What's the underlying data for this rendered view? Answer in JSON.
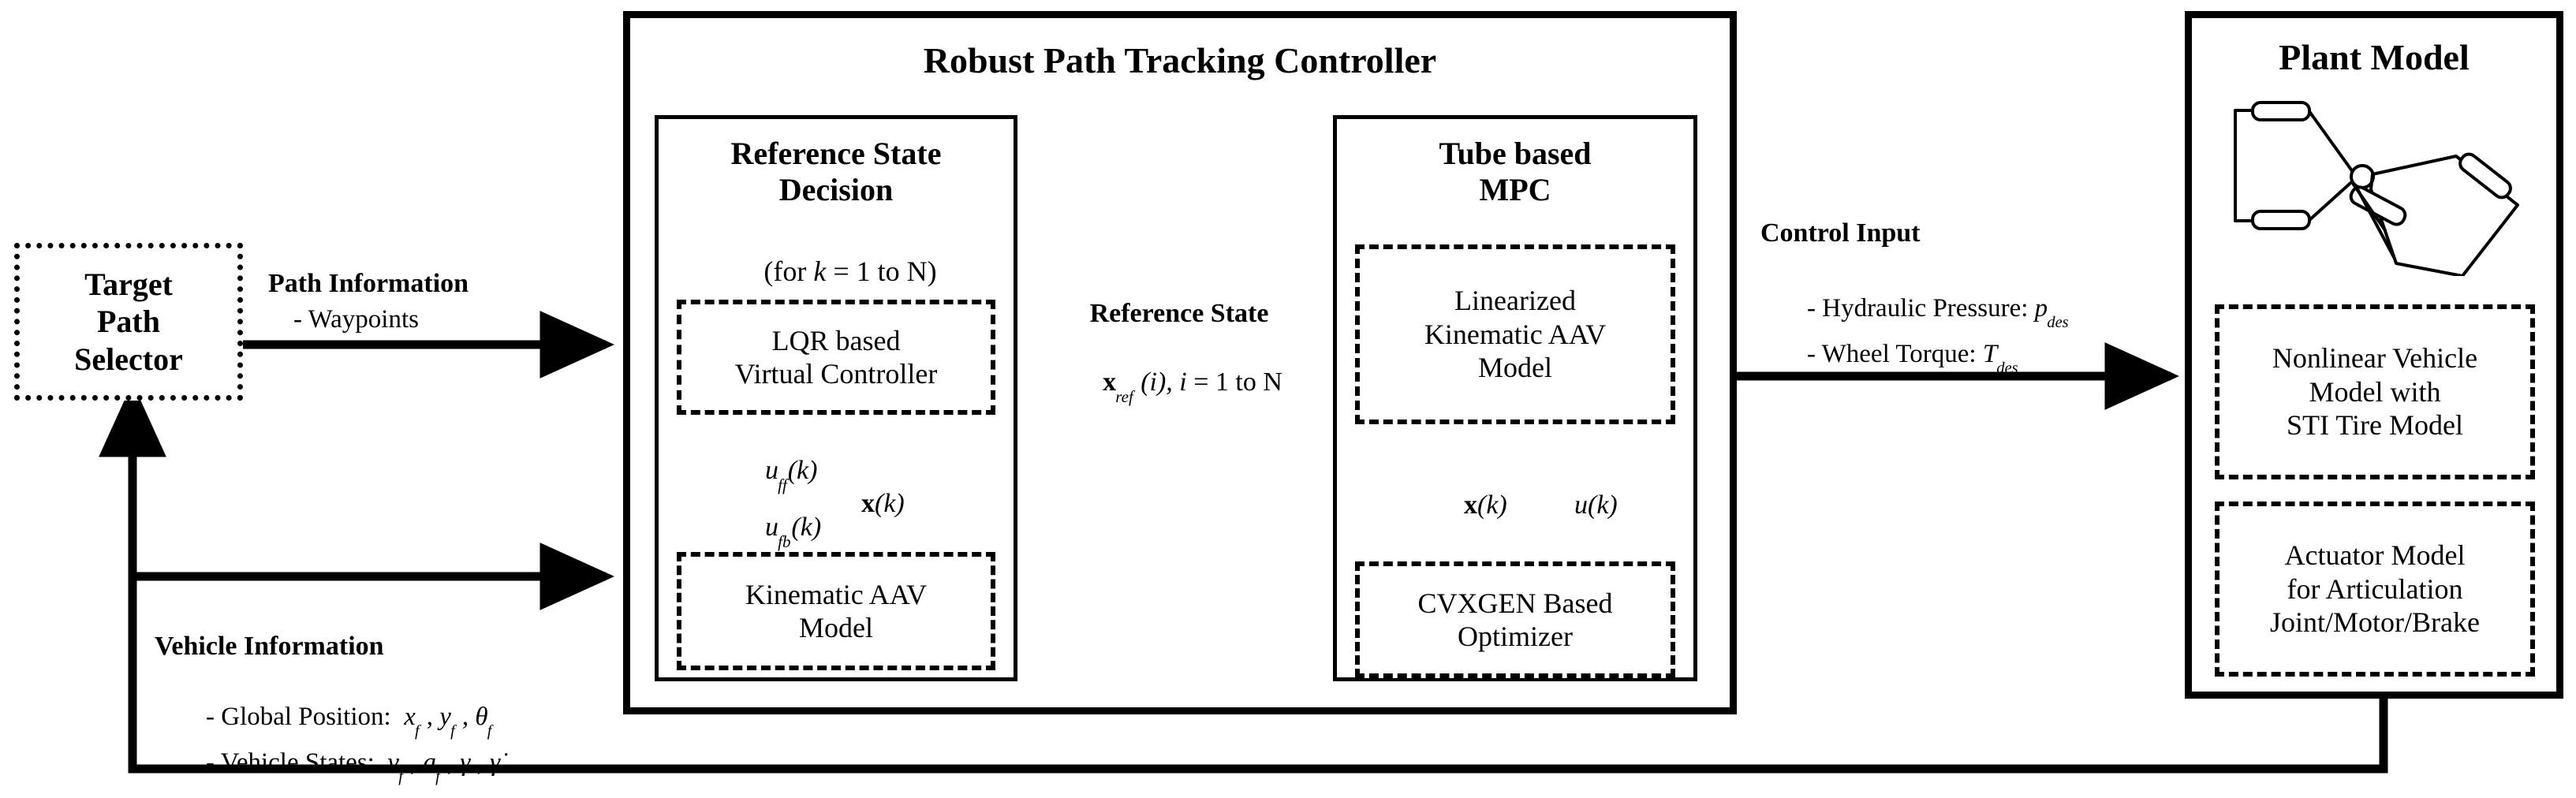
{
  "diagram": {
    "title": "Robust Path Tracking Controller block diagram",
    "type": "control-system-block-diagram"
  },
  "target_path_selector": {
    "line1": "Target",
    "line2": "Path",
    "line3": "Selector"
  },
  "path_information": {
    "heading": "Path Information",
    "item1": "- Waypoints"
  },
  "controller": {
    "title": "Robust Path Tracking Controller",
    "reference_state_decision": {
      "title_line1": "Reference State",
      "title_line2": "Decision",
      "loop_note_pre": "(for ",
      "loop_note_var": "k",
      "loop_note_post": " = 1 to N)",
      "lqr_block_line1": "LQR based",
      "lqr_block_line2": "Virtual Controller",
      "kinematic_block_line1": "Kinematic AAV",
      "kinematic_block_line2": "Model",
      "signal_uff_base": "u",
      "signal_uff_sub": "ff",
      "signal_uff_arg": "(k)",
      "signal_ufb_base": "u",
      "signal_ufb_sub": "fb",
      "signal_ufb_arg": "(k)",
      "signal_state_base": "x",
      "signal_state_arg": "(k)"
    },
    "reference_state_arrow": {
      "heading": "Reference State",
      "sym_base": "x",
      "sym_sub": "ref",
      "sym_arg": " (i), ",
      "sym_index": "i",
      "sym_range": " = 1 to N"
    },
    "tube_mpc": {
      "title_line1": "Tube based",
      "title_line2": "MPC",
      "linearized_line1": "Linearized",
      "linearized_line2": "Kinematic AAV",
      "linearized_line3": "Model",
      "optimizer_line1": "CVXGEN Based",
      "optimizer_line2": "Optimizer",
      "signal_state_base": "x",
      "signal_state_arg": "(k)",
      "signal_input_base": "u",
      "signal_input_arg": "(k)"
    }
  },
  "control_input": {
    "heading": "Control Input",
    "item1_text": "- Hydraulic Pressure: ",
    "item1_sym_base": "p",
    "item1_sym_sub": "des",
    "item2_text": "- Wheel Torque: ",
    "item2_sym_base": "T",
    "item2_sym_sub": "des"
  },
  "plant_model": {
    "title": "Plant Model",
    "schematic_name": "articulated-vehicle-schematic",
    "nonlinear_vehicle_model": {
      "line1": "Nonlinear Vehicle",
      "line2": "Model with",
      "line3": "STI Tire Model"
    },
    "actuator_model": {
      "line1": "Actuator Model",
      "line2": "for Articulation",
      "line3": "Joint/Motor/Brake"
    }
  },
  "vehicle_information": {
    "heading": "Vehicle Information",
    "item1_text": "- Global Position:  ",
    "item1_sym1_base": "x",
    "item1_sym1_sub": "f",
    "item1_sep1": " , ",
    "item1_sym2_base": "y",
    "item1_sym2_sub": "f",
    "item1_sep2": " , ",
    "item1_sym3_base": "θ",
    "item1_sym3_sub": "f",
    "item2_text": "- Vehicle States:  ",
    "item2_sym1_base": "v",
    "item2_sym1_sub": "f",
    "item2_sep1": " , ",
    "item2_sym2_base": "a",
    "item2_sym2_sub": "f",
    "item2_sep2": " , ",
    "item2_sym3": "γ",
    "item2_sep3": " , ",
    "item2_sym4": "γ̇"
  },
  "colors": {
    "stroke": "#000000",
    "background": "#ffffff"
  }
}
